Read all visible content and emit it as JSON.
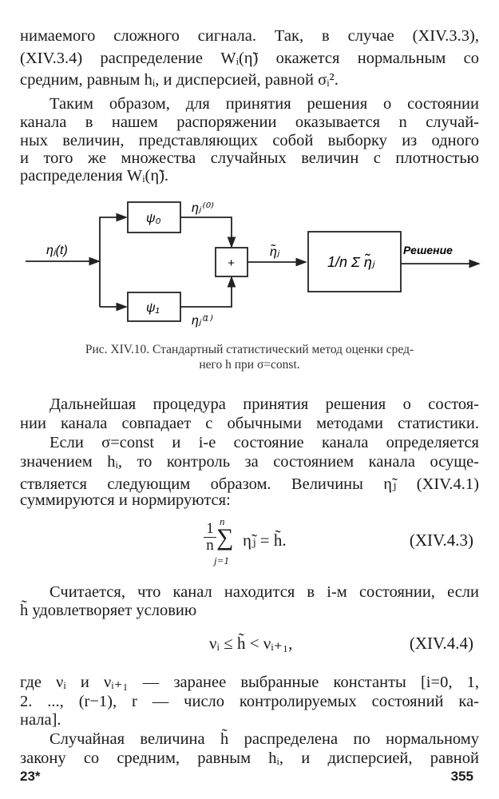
{
  "paragraphs": {
    "p1": [
      "нимаемого сложного сигнала. Так, в случае (XIV.3.3),",
      "(XIV.3.4) распределение Wᵢ(η̃) окажется нормальным со",
      "средним, равным hᵢ, и дисперсией, равной σᵢ²."
    ],
    "p2": [
      "Таким образом, для принятия решения о состоянии",
      "канала в нашем распоряжении оказывается n случай-",
      "ных величин, представляющих собой выборку из одного",
      "и того же множества случайных величин с плотностью",
      "распределения Wᵢ(η̃)."
    ],
    "p3": [
      "Дальнейшая процедура принятия решения о состоя-",
      "нии канала совпадает с обычными методами статистики."
    ],
    "p4": [
      "Если σ=const и i-е состояние канала определяется",
      "значением hᵢ, то контроль за состоянием канала осуще-",
      "ствляется следующим образом. Величины η̃ⱼ (XIV.4.1)",
      "суммируются и нормируются:"
    ],
    "p5": [
      "Считается, что канал находится в i-м состоянии, если",
      "h̃ удовлетворяет условию"
    ],
    "p6": [
      "где νᵢ и νᵢ₊₁ — заранее выбранные константы [i=0, 1,",
      "2. ..., (r−1), r — число контролируемых состояний ка-",
      "нала]."
    ],
    "p7": [
      "Случайная величина h̃ распределена по нормальному",
      "закону со средним, равным hᵢ, и дисперсией, равной"
    ]
  },
  "diagram": {
    "input_label": "ηⱼ(t)",
    "psi0": "ψ₀",
    "psi1": "ψ₁",
    "eta0": "ηⱼ⁽⁰⁾",
    "eta1": "ηⱼ⁽¹⁾",
    "adder": "+",
    "sum_out": "η̃ⱼ",
    "averager": "1/n Σ η̃ⱼ",
    "output_label": "Решение"
  },
  "caption": [
    "Рис. XIV.10. Стандартный статистический метод оценки сред-",
    "него h при σ=const."
  ],
  "equations": {
    "eq3": {
      "frac_num": "1",
      "frac_den": "n",
      "sum_top": "n",
      "sum_bottom": "j=1",
      "body": "η̃ⱼ = h̃.",
      "number": "(XIV.4.3)"
    },
    "eq4": {
      "body": "νᵢ ≤ h̃ < νᵢ₊₁,",
      "number": "(XIV.4.4)"
    }
  },
  "footer": {
    "signature": "23*",
    "page_number": "355"
  }
}
